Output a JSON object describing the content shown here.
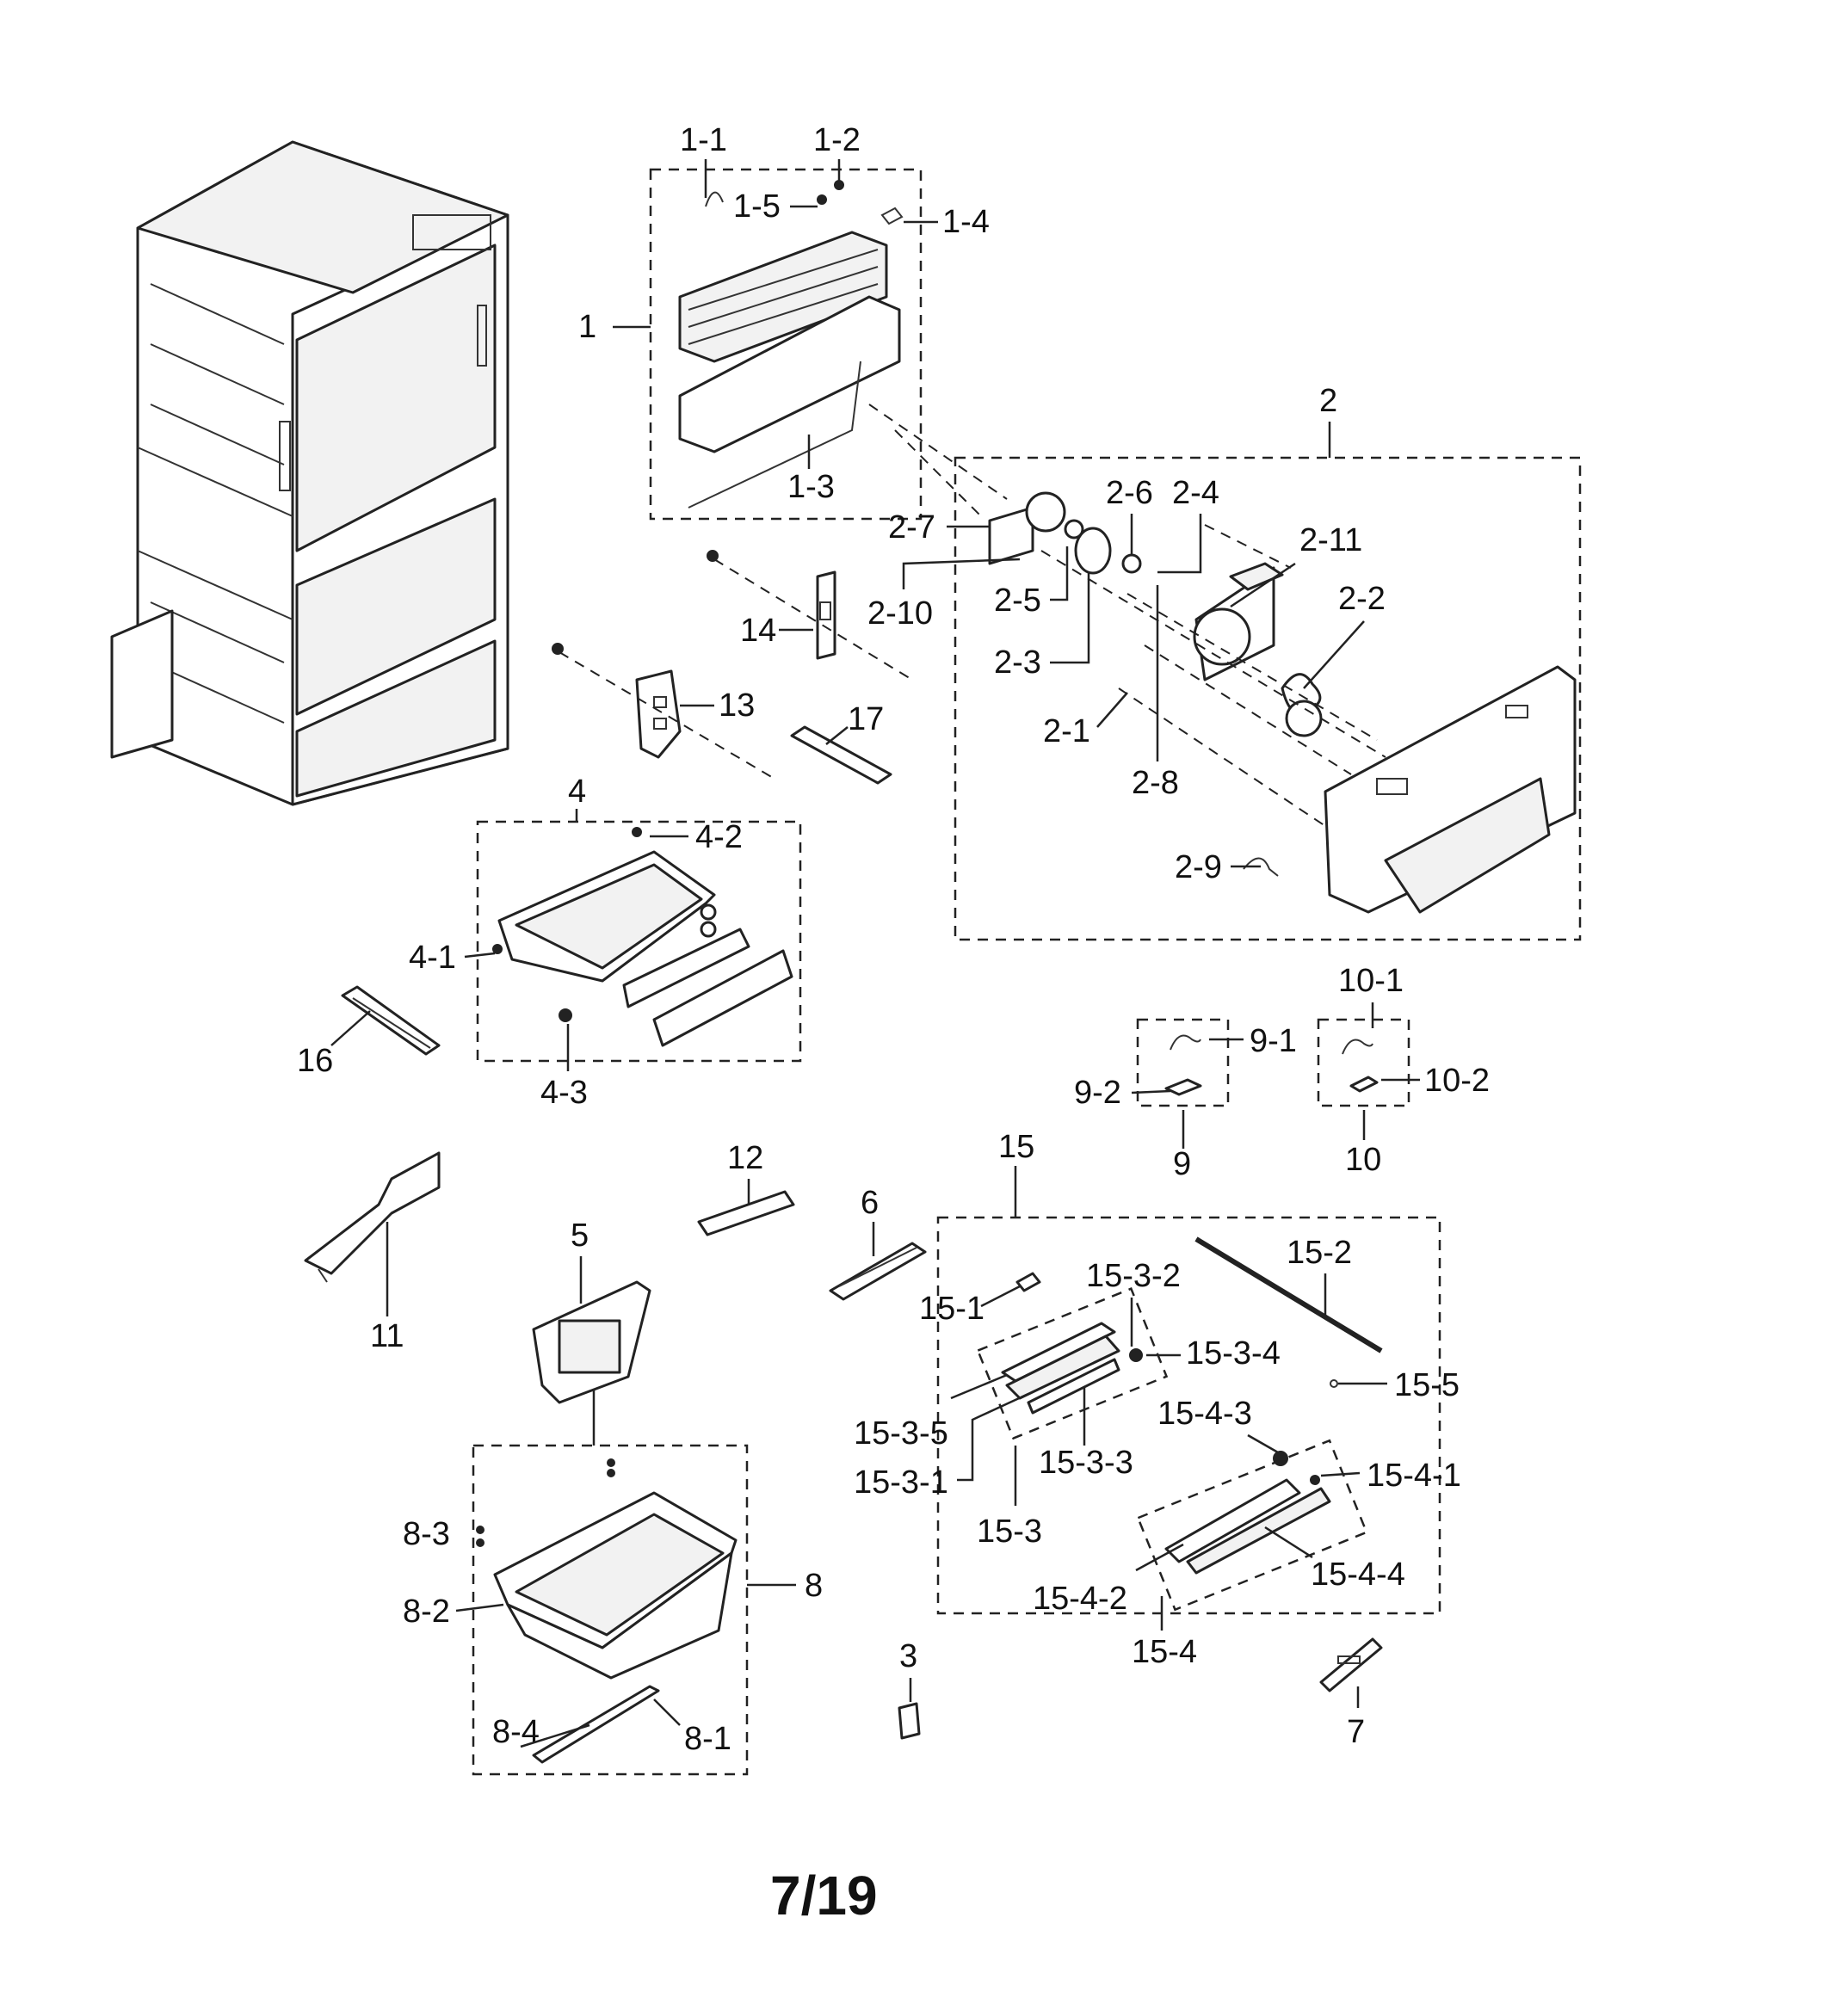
{
  "page_number": "7/19",
  "callouts": {
    "c1": "1",
    "c1_1": "1-1",
    "c1_2": "1-2",
    "c1_3": "1-3",
    "c1_4": "1-4",
    "c1_5": "1-5",
    "c2": "2",
    "c2_1": "2-1",
    "c2_2": "2-2",
    "c2_3": "2-3",
    "c2_4": "2-4",
    "c2_5": "2-5",
    "c2_6": "2-6",
    "c2_7": "2-7",
    "c2_8": "2-8",
    "c2_9": "2-9",
    "c2_10": "2-10",
    "c2_11": "2-11",
    "c3": "3",
    "c4": "4",
    "c4_1": "4-1",
    "c4_2": "4-2",
    "c4_3": "4-3",
    "c5": "5",
    "c6": "6",
    "c7": "7",
    "c8": "8",
    "c8_1": "8-1",
    "c8_2": "8-2",
    "c8_3": "8-3",
    "c8_4": "8-4",
    "c9": "9",
    "c9_1": "9-1",
    "c9_2": "9-2",
    "c10": "10",
    "c10_1": "10-1",
    "c10_2": "10-2",
    "c11": "11",
    "c12": "12",
    "c13": "13",
    "c14": "14",
    "c15": "15",
    "c15_1": "15-1",
    "c15_2": "15-2",
    "c15_3": "15-3",
    "c15_3_1": "15-3-1",
    "c15_3_2": "15-3-2",
    "c15_3_3": "15-3-3",
    "c15_3_4": "15-3-4",
    "c15_3_5": "15-3-5",
    "c15_4": "15-4",
    "c15_4_1": "15-4-1",
    "c15_4_2": "15-4-2",
    "c15_4_3": "15-4-3",
    "c15_4_4": "15-4-4",
    "c15_5": "15-5",
    "c16": "16",
    "c17": "17"
  }
}
